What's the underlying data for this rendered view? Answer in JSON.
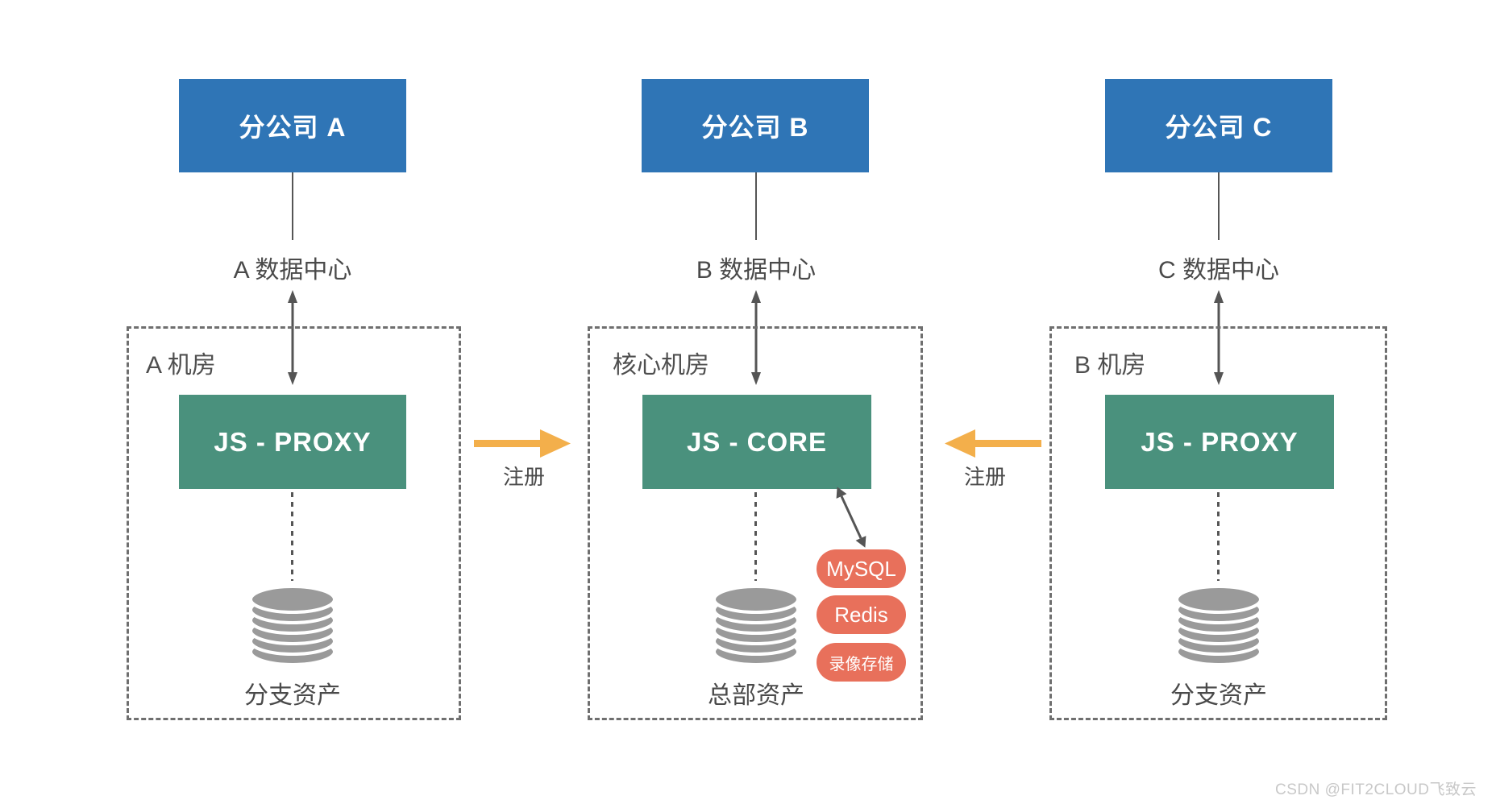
{
  "diagram": {
    "columns": [
      {
        "branch": "分公司 A",
        "datacenter": "A 数据中心",
        "room": "A 机房",
        "node": "JS - PROXY",
        "asset": "分支资产"
      },
      {
        "branch": "分公司 B",
        "datacenter": "B 数据中心",
        "room": "核心机房",
        "node": "JS - CORE",
        "asset": "总部资产",
        "services": [
          "MySQL",
          "Redis",
          "录像存储"
        ]
      },
      {
        "branch": "分公司 C",
        "datacenter": "C 数据中心",
        "room": "B 机房",
        "node": "JS - PROXY",
        "asset": "分支资产"
      }
    ],
    "register_left": "注册",
    "register_right": "注册",
    "watermark": "CSDN @FIT2CLOUD飞致云",
    "colors": {
      "branch_blue": "#2F75B6",
      "node_green": "#4A917D",
      "service_coral": "#E8705B",
      "register_orange": "#F3AF4B",
      "line_gray": "#555555",
      "database_gray": "#9A9A9A"
    }
  }
}
